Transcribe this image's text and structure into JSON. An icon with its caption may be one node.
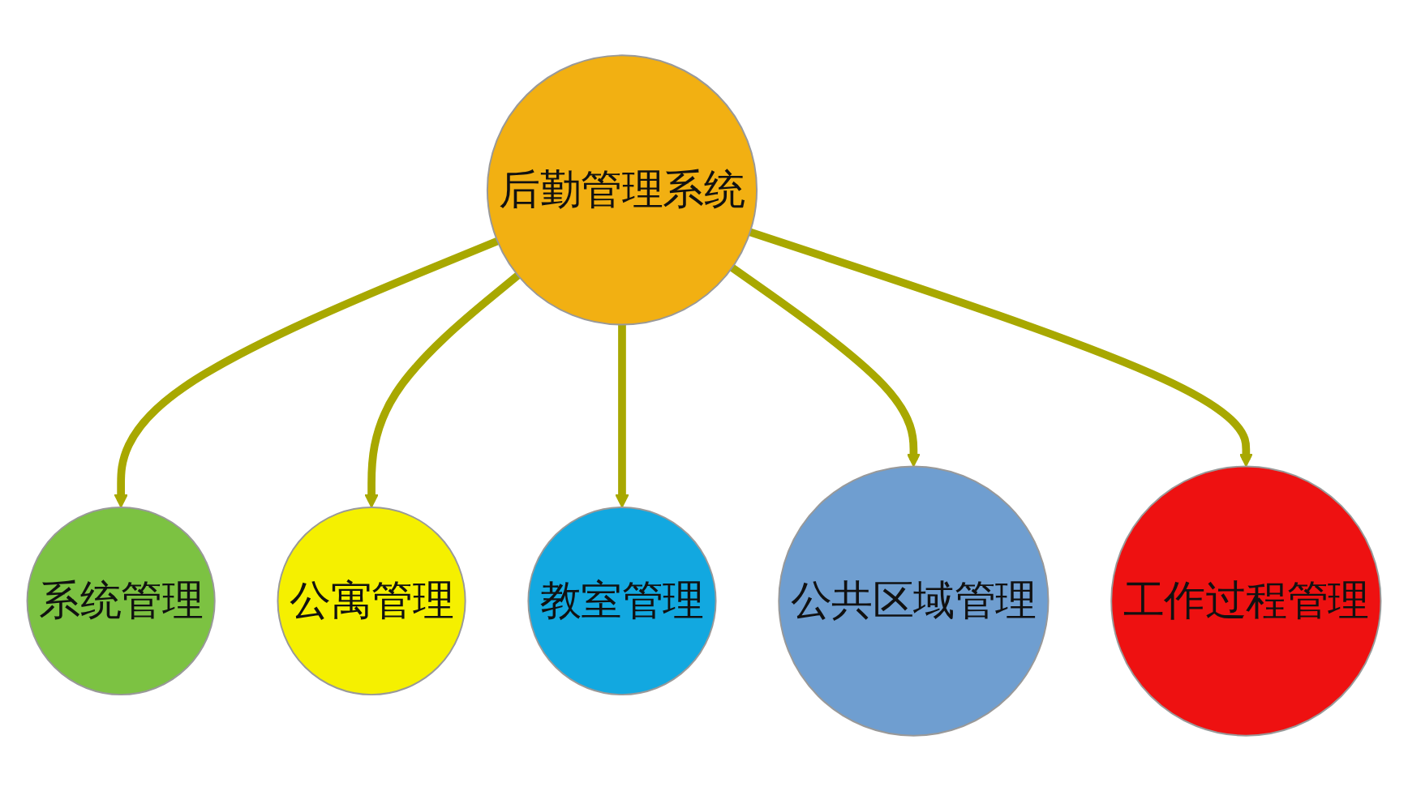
{
  "diagram": {
    "nodes": [
      {
        "text": [
          "后勤管理系统"
        ]
      },
      {
        "text": [
          "系统管理"
        ]
      },
      {
        "text": [
          "公寓管理"
        ]
      },
      {
        "text": [
          "教室管理"
        ]
      },
      {
        "text": [
          "公共区域管理"
        ]
      },
      {
        "text": [
          "工作过程管理"
        ]
      }
    ],
    "edges": [
      {
        "from": 0,
        "to": 1,
        "arrow": "to"
      },
      {
        "from": 0,
        "to": 2,
        "arrow": "to"
      },
      {
        "from": 0,
        "to": 3,
        "arrow": "to"
      },
      {
        "from": 0,
        "to": 4,
        "arrow": "to"
      },
      {
        "from": 0,
        "to": 5,
        "arrow": "to"
      }
    ]
  }
}
